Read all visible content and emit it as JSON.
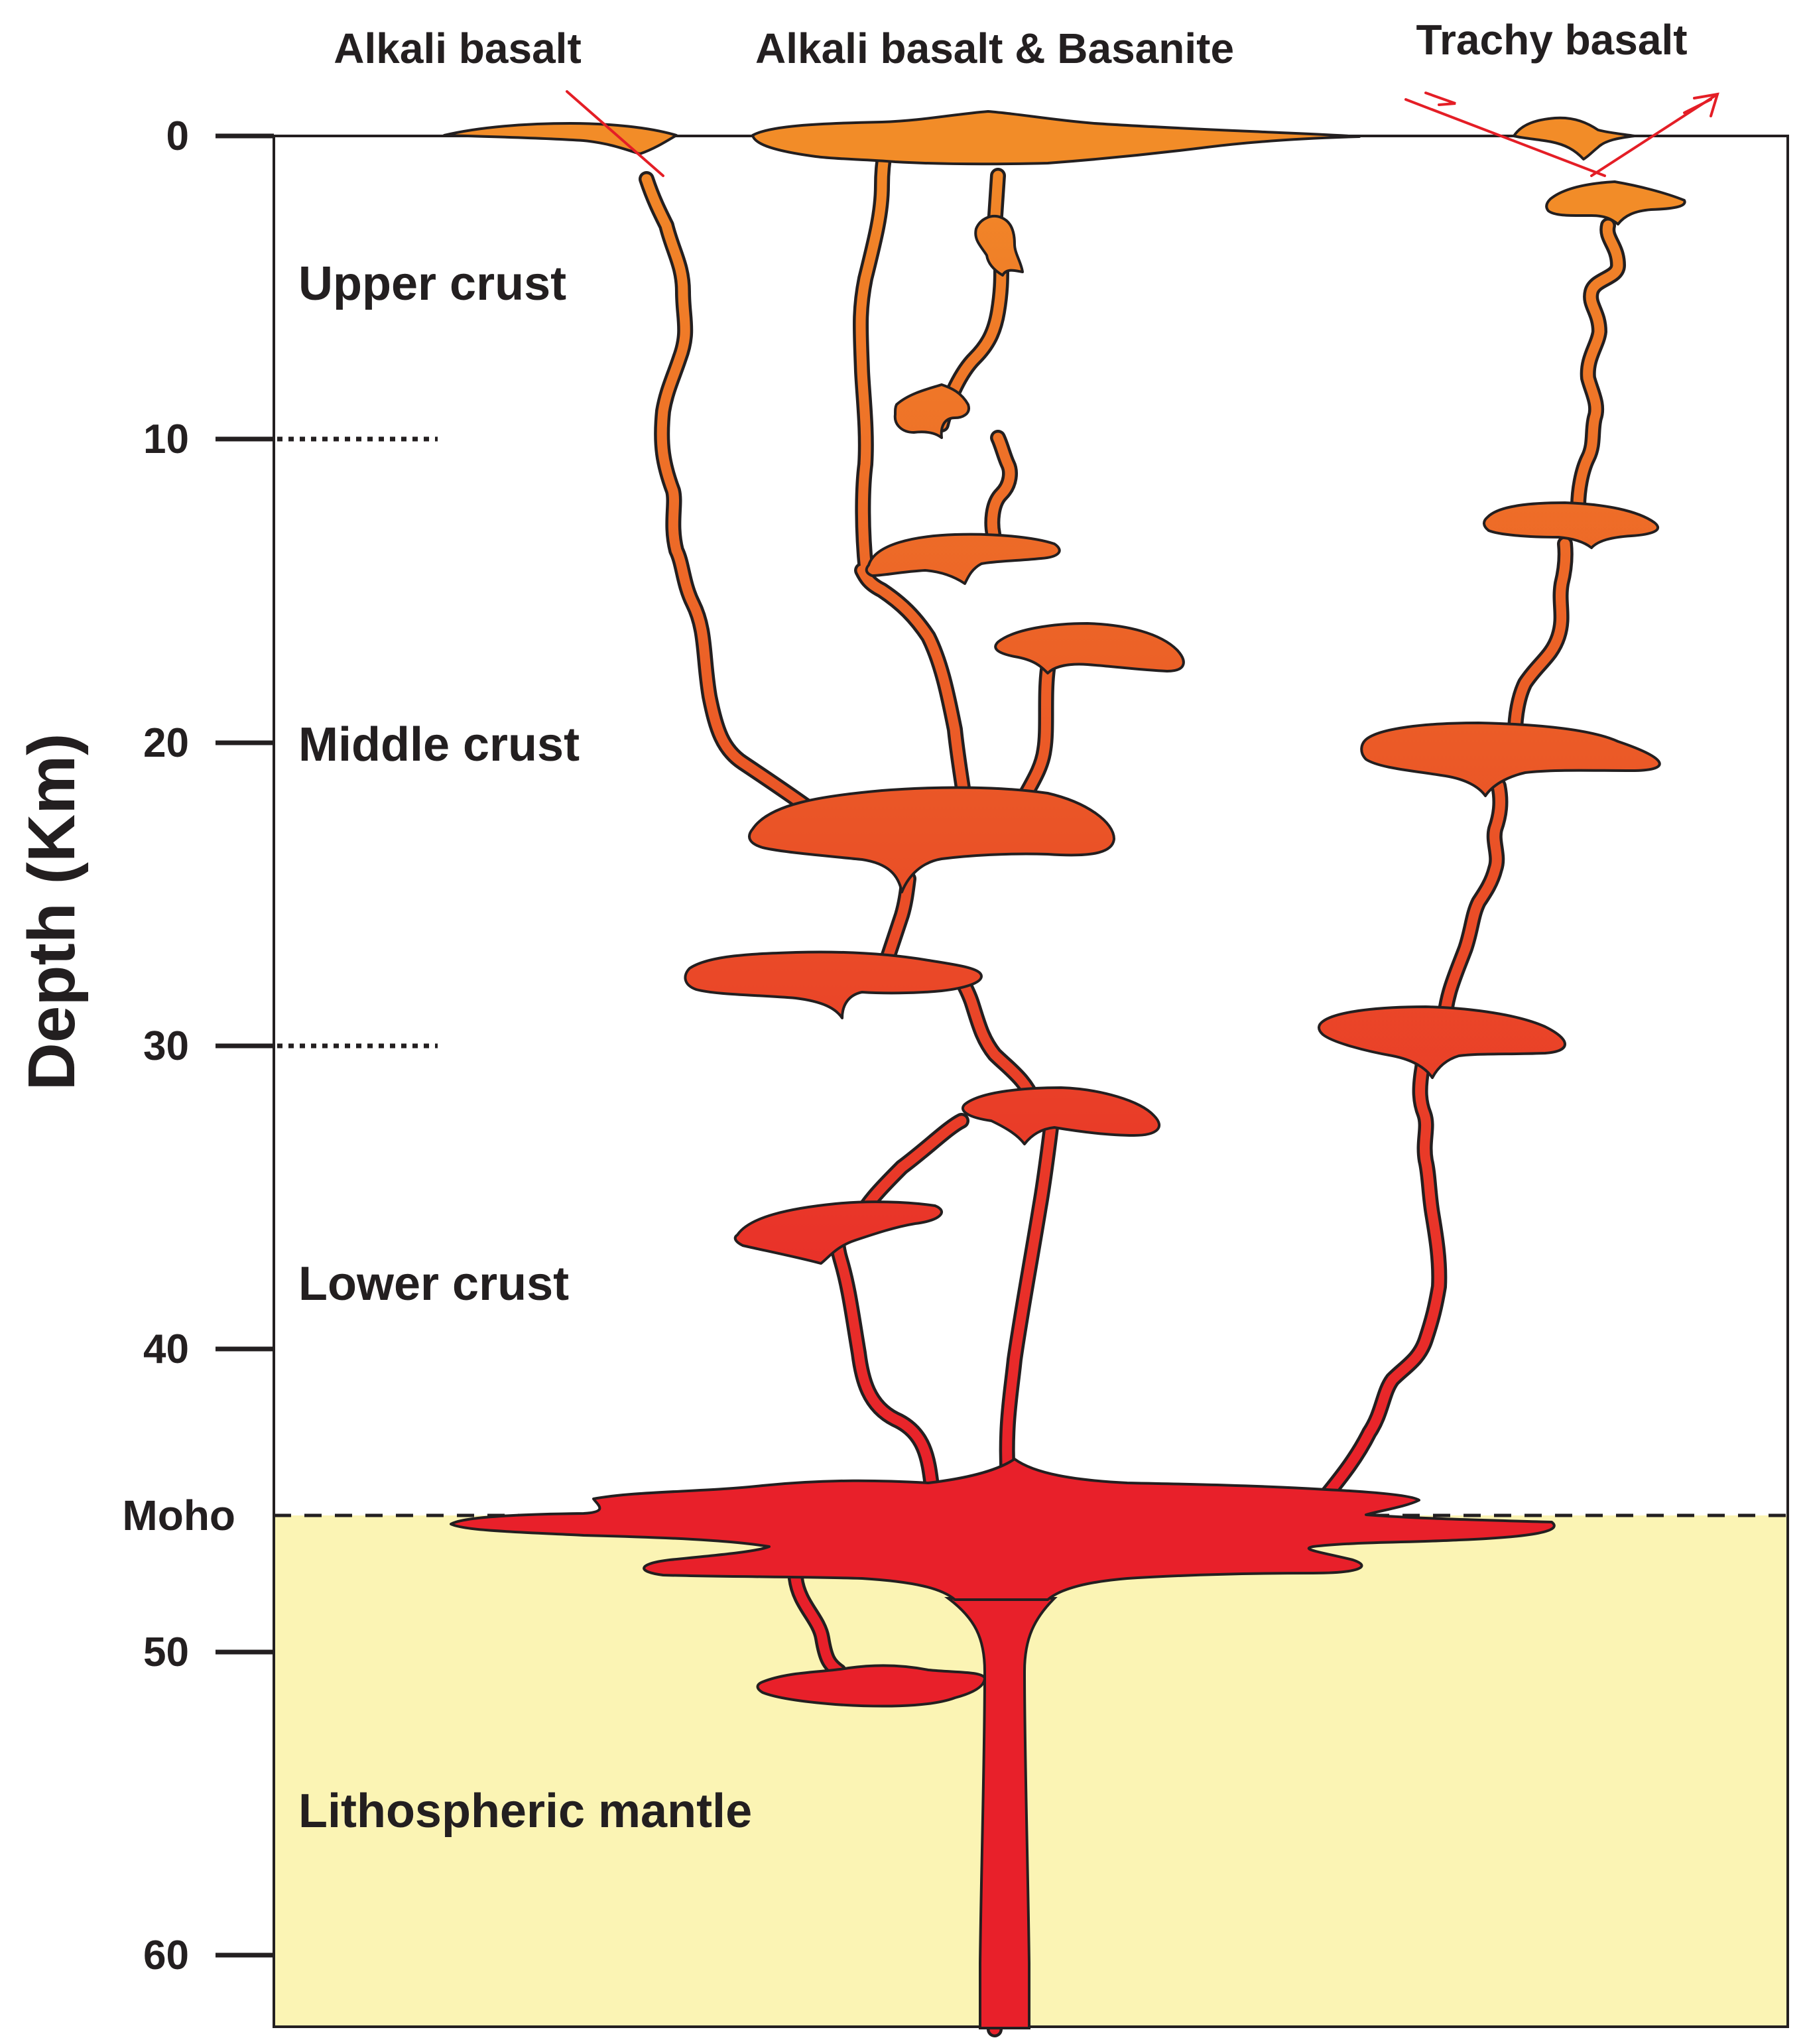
{
  "axis": {
    "ylabel": "Depth (Km)",
    "ticks": [
      "0",
      "10",
      "20",
      "30",
      "40",
      "50",
      "60"
    ],
    "moho_label": "Moho"
  },
  "top_labels": {
    "left": "Alkali basalt",
    "center": "Alkali basalt & Basanite",
    "right": "Trachy basalt"
  },
  "zones": {
    "upper": "Upper crust",
    "middle": "Middle crust",
    "lower": "Lower crust",
    "mantle": "Lithospheric mantle"
  },
  "colors": {
    "mantle_fill": "#fbf4b4",
    "magma_deep": "#e8202a",
    "magma_mid": "#ea5327",
    "magma_shallow": "#f28c28",
    "outline": "#231f20",
    "fault": "#e41e26"
  }
}
